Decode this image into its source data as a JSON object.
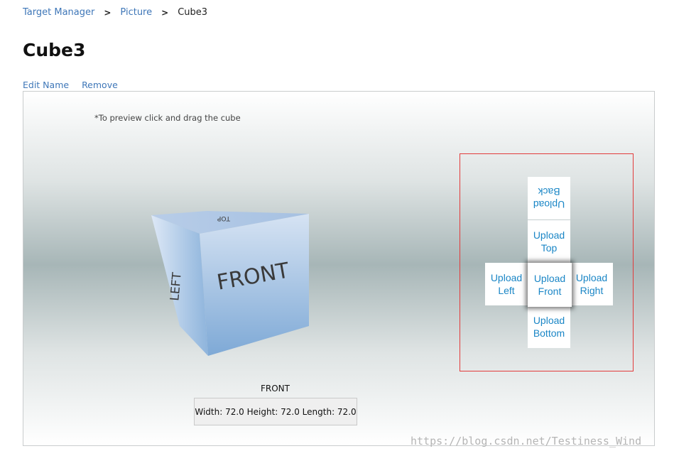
{
  "breadcrumb": {
    "items": [
      "Target Manager",
      "Picture"
    ],
    "current": "Cube3",
    "separator": ">"
  },
  "title": "Cube3",
  "actions": {
    "edit_name": "Edit Name",
    "remove": "Remove"
  },
  "preview": {
    "hint": "*To preview click and drag the cube",
    "cube_faces": {
      "front": "FRONT",
      "left": "LEFT",
      "top": "TOP"
    },
    "selected_face": "FRONT",
    "dimensions": "Width: 72.0 Height: 72.0 Length: 72.0"
  },
  "uploader": {
    "back": "Upload Back",
    "top": "Upload Top",
    "left": "Upload Left",
    "front": "Upload Front",
    "right": "Upload Right",
    "bottom": "Upload Bottom"
  },
  "colors": {
    "link": "#3f77b8",
    "upload_text": "#1a86c6",
    "uploader_border": "#e23b3b"
  },
  "watermark": "https://blog.csdn.net/Testiness_Wind"
}
